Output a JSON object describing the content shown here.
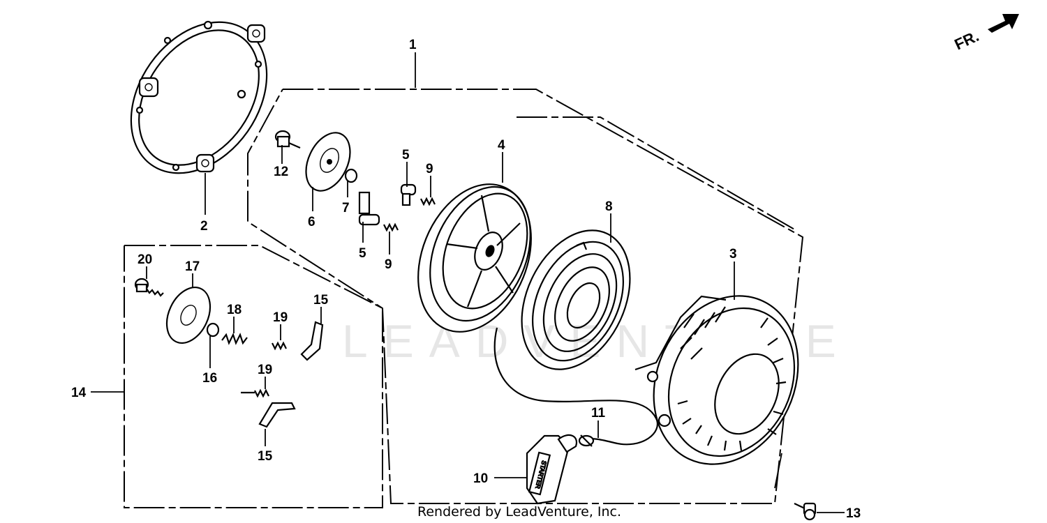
{
  "callouts": [
    {
      "id": "1",
      "label": "1"
    },
    {
      "id": "2",
      "label": "2"
    },
    {
      "id": "3",
      "label": "3"
    },
    {
      "id": "4",
      "label": "4"
    },
    {
      "id": "5a",
      "label": "5"
    },
    {
      "id": "5b",
      "label": "5"
    },
    {
      "id": "6",
      "label": "6"
    },
    {
      "id": "7",
      "label": "7"
    },
    {
      "id": "8",
      "label": "8"
    },
    {
      "id": "9a",
      "label": "9"
    },
    {
      "id": "9b",
      "label": "9"
    },
    {
      "id": "10",
      "label": "10"
    },
    {
      "id": "11",
      "label": "11"
    },
    {
      "id": "12",
      "label": "12"
    },
    {
      "id": "13",
      "label": "13"
    },
    {
      "id": "14",
      "label": "14"
    },
    {
      "id": "15a",
      "label": "15"
    },
    {
      "id": "15b",
      "label": "15"
    },
    {
      "id": "16",
      "label": "16"
    },
    {
      "id": "17",
      "label": "17"
    },
    {
      "id": "18",
      "label": "18"
    },
    {
      "id": "19a",
      "label": "19"
    },
    {
      "id": "19b",
      "label": "19"
    },
    {
      "id": "20",
      "label": "20"
    }
  ],
  "direction_label": "FR.",
  "watermark_text": "LEADVENTURE",
  "credit_text": "Rendered by LeadVenture, Inc.",
  "handle_text": "STARTER"
}
